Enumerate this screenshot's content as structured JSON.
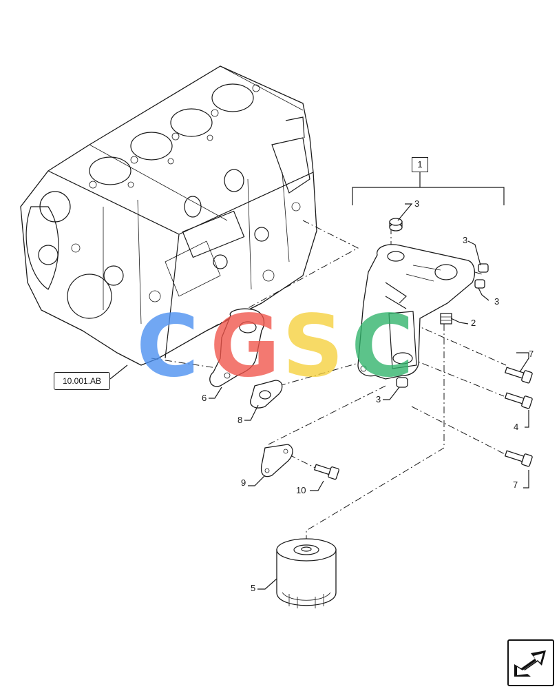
{
  "diagram": {
    "engine_ref_label": "10.001.AB",
    "group_label": "1",
    "callouts": {
      "c3a": "3",
      "c3b": "3",
      "c3c": "3",
      "c3d": "3",
      "c2": "2",
      "c7a": "7",
      "c7b": "7",
      "c4": "4",
      "c6": "6",
      "c8": "8",
      "c9": "9",
      "c10": "10",
      "c5": "5"
    }
  },
  "watermark": {
    "letters": [
      "C",
      "G",
      "S",
      "C"
    ],
    "colors": [
      "#4a8ff0",
      "#f0544a",
      "#f5d03c",
      "#2fb36a"
    ]
  },
  "navigation": {
    "icon": "return-arrow-icon"
  }
}
